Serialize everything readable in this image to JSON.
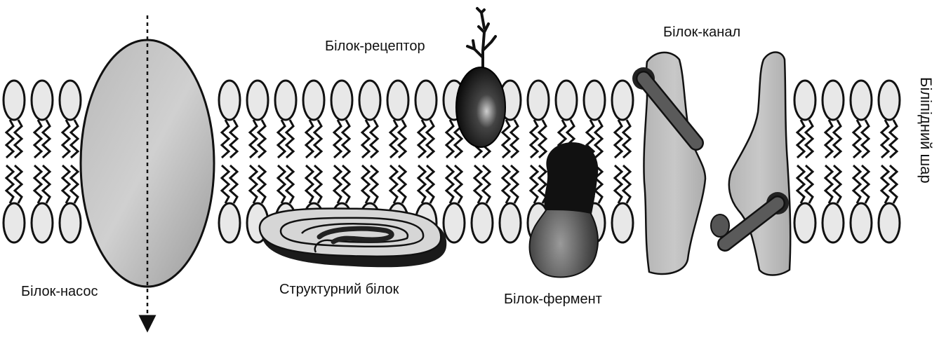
{
  "labels": {
    "pump": "Білок-насос",
    "receptor": "Білок-рецептор",
    "structural": "Структурний білок",
    "enzyme": "Білок-фермент",
    "channel": "Білок-канал",
    "bilayer": "Біліпідний шар"
  },
  "colors": {
    "lipid_head_fill": "#e8e8e8",
    "lipid_outline": "#111111",
    "protein_gray": "#bdbdbd",
    "protein_dark": "#1a1a1a",
    "rod_gray": "#555555"
  }
}
